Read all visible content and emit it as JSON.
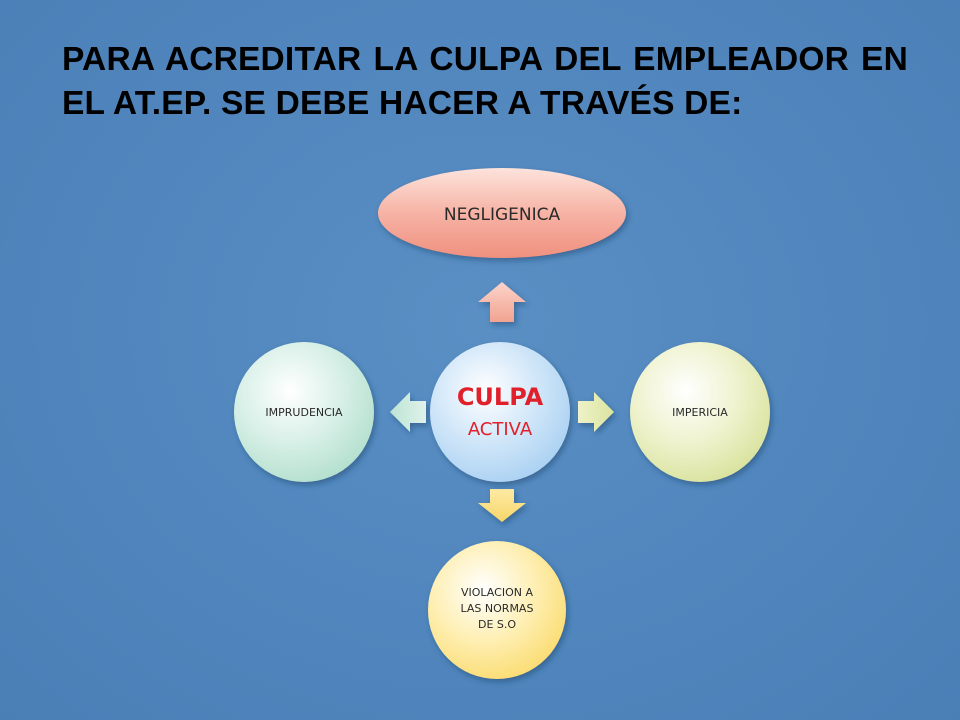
{
  "slide": {
    "title": "PARA ACREDITAR LA CULPA DEL EMPLEADOR EN EL AT.EP. SE DEBE HACER A TRAVÉS DE:"
  },
  "diagram": {
    "center": {
      "line1": "CULPA",
      "line2": "ACTIVA"
    },
    "top": {
      "label": "NEGLIGENICA"
    },
    "right": {
      "label": "IMPERICIA"
    },
    "bottom": {
      "line1": "VIOLACION A",
      "line2": "LAS NORMAS",
      "line3": "DE S.O"
    },
    "left": {
      "label": "IMPRUDENCIA"
    }
  },
  "colors": {
    "background": "#5086bd",
    "center_text": "#e0202a",
    "top_fill": "#f4a89a",
    "right_fill": "#e3eab4",
    "bottom_fill": "#fde796",
    "left_fill": "#c8e8dc",
    "center_fill": "#bcdcf6"
  }
}
